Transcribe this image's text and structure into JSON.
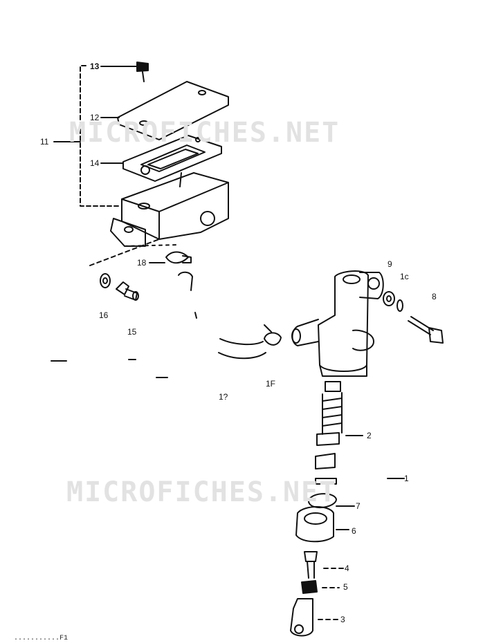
{
  "watermarks": [
    "MICROFICHES.NET",
    "MICROFICHES.NET"
  ],
  "part_labels": {
    "p1": "1",
    "p2": "2",
    "p3": "3",
    "p4": "4",
    "p5": "5",
    "p6": "6",
    "p7": "7",
    "p8": "8",
    "p9": "9",
    "p10": "1c",
    "p11": "11",
    "p12": "12",
    "p13": "13",
    "p14": "14",
    "p15": "15",
    "p16": "16",
    "p17": "1?",
    "p18a": "18",
    "p18b": "1F"
  },
  "diagram_code": "...........F1"
}
